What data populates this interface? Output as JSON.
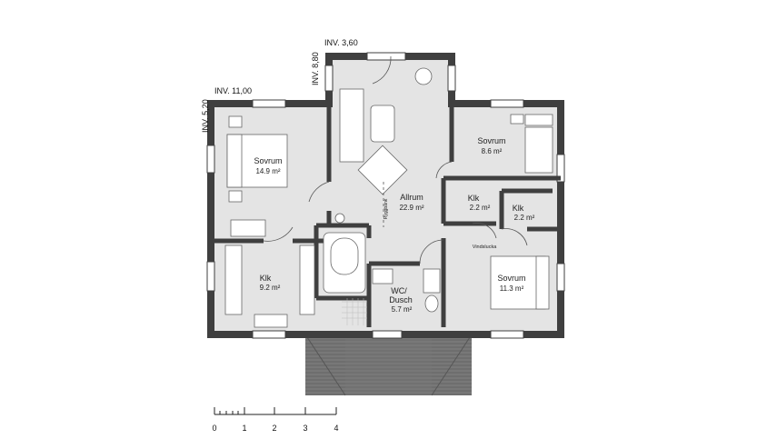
{
  "dimensions": {
    "top": "INV. 3,60",
    "top_side": "INV. 8,80",
    "left_top": "INV. 11,00",
    "left_side": "INV. 5,20"
  },
  "rooms": {
    "sovrum_left": {
      "name": "Sovrum",
      "area": "14.9 m²"
    },
    "sovrum_top_right": {
      "name": "Sovrum",
      "area": "8.6 m²"
    },
    "allrum": {
      "name": "Allrum",
      "area": "22.9 m²"
    },
    "klk_a": {
      "name": "Klk",
      "area": "2.2 m²"
    },
    "klk_b": {
      "name": "Klk",
      "area": "2.2 m²"
    },
    "klk_large": {
      "name": "Klk",
      "area": "9.2 m²"
    },
    "sovrum_bottom_right": {
      "name": "Sovrum",
      "area": "11.3 m²"
    },
    "wc": {
      "name_line1": "WC/",
      "name_line2": "Dusch",
      "area": "5.7 m²"
    }
  },
  "annotations": {
    "ryggbank": "Ryggbänk",
    "vindslucka": "Vindslucka"
  },
  "scale_bar": {
    "ticks": [
      "0",
      "1",
      "2",
      "3",
      "4"
    ]
  },
  "colors": {
    "wall": "#3f3f3f",
    "floor": "#e4e4e4",
    "furniture": "#ffffff",
    "roof": "#6e6e6e"
  }
}
